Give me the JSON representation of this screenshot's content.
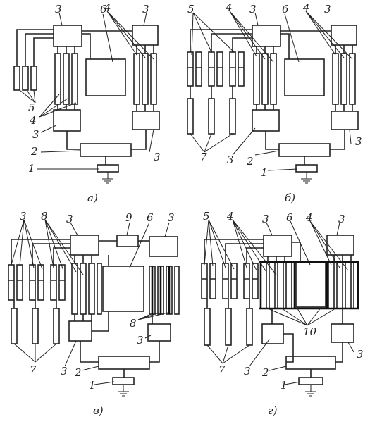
{
  "captions": [
    "а)",
    "б)",
    "в)",
    "г)"
  ],
  "labels": {
    "n1": "1",
    "n2": "2",
    "n3": "3",
    "n4": "4",
    "n5": "5",
    "n6": "6",
    "n7": "7",
    "n8": "8",
    "n9": "9",
    "n10": "10"
  }
}
